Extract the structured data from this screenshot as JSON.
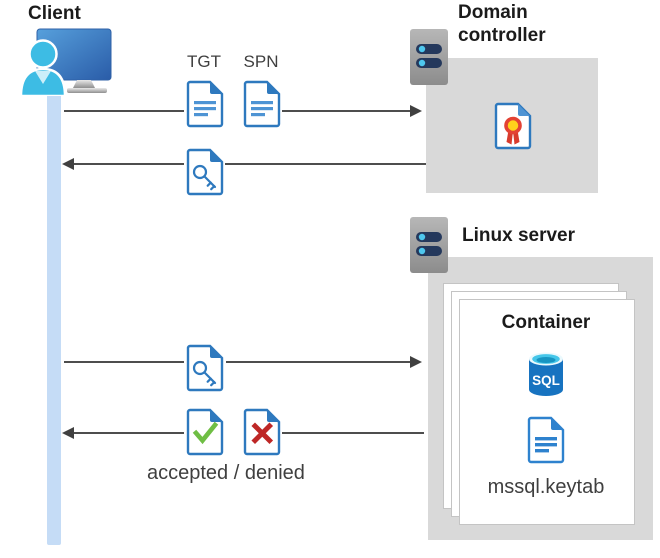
{
  "client": {
    "label": "Client"
  },
  "domain_controller": {
    "label": "Domain\ncontroller"
  },
  "linux_server": {
    "label": "Linux server"
  },
  "container": {
    "label": "Container",
    "sql_icon_label": "SQL",
    "keytab_label": "mssql.keytab"
  },
  "messages": {
    "tgt_label": "TGT",
    "spn_label": "SPN",
    "result_label": "accepted / denied"
  },
  "icons": {
    "client": "user-computer-icon",
    "domain_controller": "server-icon",
    "linux_server": "server-icon",
    "certificate": "certificate-document-icon",
    "tgt": "document-icon",
    "spn": "document-icon",
    "service_ticket": "key-document-icon",
    "accepted": "check-document-icon",
    "denied": "cross-document-icon",
    "sql": "sql-database-icon",
    "keytab": "document-icon"
  },
  "colors": {
    "doc_blue": "#2E79BE",
    "doc_line_blue": "#4E94D4",
    "check_green": "#6FBE44",
    "cross_red": "#BE2726",
    "cert_ring_red": "#E34234",
    "cert_center_yellow": "#FFD21C",
    "sql_body_blue": "#1773C0",
    "sql_top_cyan": "#45C6E9",
    "server_pill_navy": "#24385C",
    "server_dot_cyan": "#4EC7EE",
    "box_gray": "#D9D9D9",
    "lifeline_blue": "#C5DCF6",
    "arrow_gray": "#4D4D4D",
    "monitor_blue": "#2A5CA8",
    "person_cyan": "#3DBCE4"
  }
}
